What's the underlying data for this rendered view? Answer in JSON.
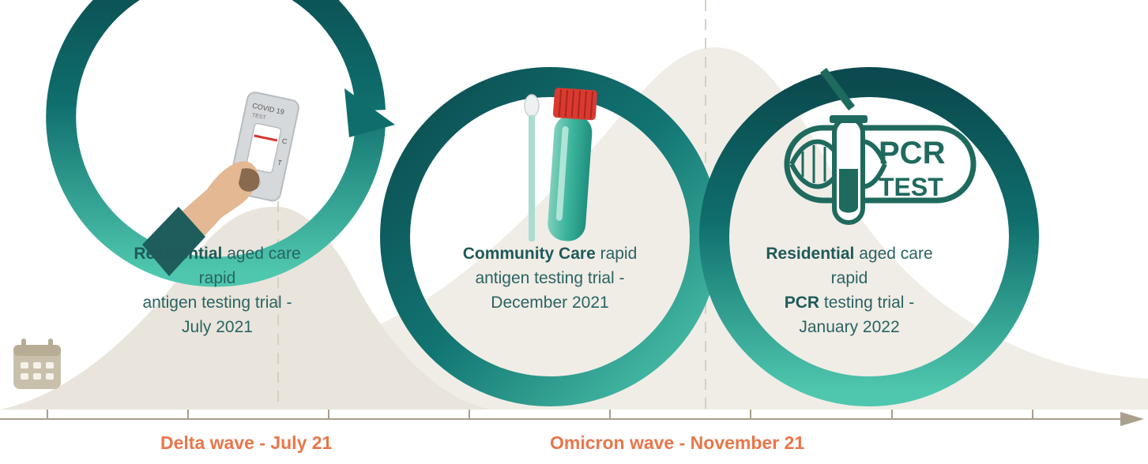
{
  "timeline": {
    "waves": [
      {
        "label": "Delta wave - July 21"
      },
      {
        "label": "Omicron wave - November 21"
      }
    ]
  },
  "trials": [
    {
      "bold_lead": "Residential",
      "text_1": " aged care rapid",
      "line_2": "antigen testing trial -",
      "line_3": "July 2021",
      "icon": "rapid-antigen-test-icon"
    },
    {
      "bold_lead": "Community Care",
      "text_1": " rapid",
      "line_2": "antigen testing trial -",
      "line_3": "December 2021",
      "icon": "swab-tube-icon"
    },
    {
      "text_1": "Residential aged care rapid",
      "bold_lead": "PCR",
      "line_2_rest": " testing trial -",
      "line_3": "January 2022",
      "icon": "pcr-test-icon"
    }
  ],
  "icons": {
    "covid_cassette": {
      "brand": "COVID 19",
      "sub": "TEST",
      "c": "C",
      "t": "T"
    },
    "pcr_badge": {
      "line1": "PCR",
      "line2": "TEST"
    },
    "calendar": "calendar-icon"
  },
  "colors": {
    "ring_dark": "#0b4a4e",
    "ring_light": "#4fc7ae",
    "wave_label": "#e9764a",
    "background_curve": "#f0ede6"
  }
}
